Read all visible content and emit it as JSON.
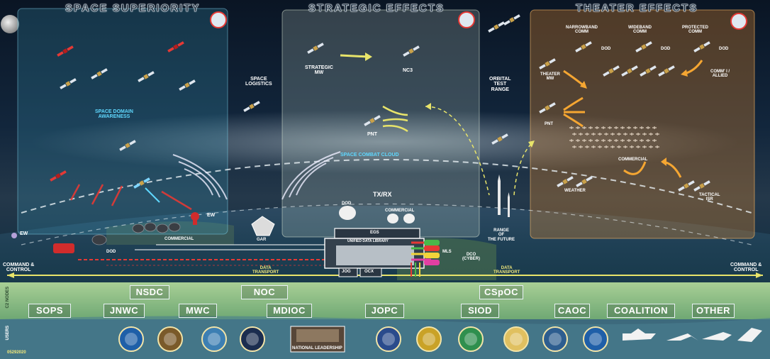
{
  "panels": {
    "space_superiority": "SPACE SUPERIORITY",
    "strategic_effects": "STRATEGIC EFFECTS",
    "theater_effects": "THEATER EFFECTS"
  },
  "labels": {
    "space_domain_awareness_1": "SPACE DOMAIN",
    "space_domain_awareness_2": "AWARENESS",
    "space_logistics_1": "SPACE",
    "space_logistics_2": "LOGISTICS",
    "strategic_mw_1": "STRATEGIC",
    "strategic_mw_2": "MW",
    "nc3": "NC3",
    "pnt_strategic": "PNT",
    "space_combat_cloud": "SPACE COMBAT CLOUD",
    "orbital_test_range_1": "ORBITAL",
    "orbital_test_range_2": "TEST",
    "orbital_test_range_3": "RANGE",
    "narrowband_comm_1": "NARROWBAND",
    "narrowband_comm_2": "COMM",
    "wideband_comm_1": "WIDEBAND",
    "wideband_comm_2": "COMM",
    "protected_comm_1": "PROTECTED",
    "protected_comm_2": "COMM",
    "dod_1": "DOD",
    "dod_2": "DOD",
    "dod_3": "DOD",
    "theater_mw_1": "THEATER",
    "theater_mw_2": "MW",
    "comm_allied_1": "COMM' I /",
    "comm_allied_2": "ALLIED",
    "pnt_theater": "PNT",
    "commercial_theater": "COMMERCIAL",
    "weather": "WEATHER",
    "tactical_isr_1": "TACTICAL",
    "tactical_isr_2": "ISR",
    "ew_left": "EW",
    "ew_right": "EW",
    "dod_ground": "DOD",
    "commercial_ground": "COMMERCIAL",
    "gar": "GAR",
    "txrx": "TX/RX",
    "dod_dish": "DOD",
    "commercial_dish": "COMMERCIAL",
    "egs": "EGS",
    "unified_data_library": "UNIFIED DATA LIBRARY",
    "mls": "MLS",
    "jog": "JOG",
    "ocx": "OCX",
    "dco_cyber_1": "DCO",
    "dco_cyber_2": "(CYBER)",
    "range_future_1": "RANGE",
    "range_future_2": "OF",
    "range_future_3": "THE FUTURE",
    "command_control_left_1": "COMMAND &",
    "command_control_left_2": "CONTROL",
    "command_control_right_1": "COMMAND &",
    "command_control_right_2": "CONTROL",
    "data_transport_left_1": "DATA",
    "data_transport_left_2": "TRANSPORT",
    "data_transport_right_1": "DATA",
    "data_transport_right_2": "TRANSPORT",
    "c2_nodes": "C2 NODES",
    "users": "USERS",
    "national_leadership": "NATIONAL LEADERSHIP",
    "date_code": "05292020"
  },
  "c2_nodes": [
    "NSDC",
    "NOC",
    "CSpOC",
    "SOPS",
    "JNWC",
    "MWC",
    "MDIOC",
    "JOPC",
    "SIOD",
    "CAOC",
    "COALITION",
    "OTHER"
  ],
  "colors": {
    "panel_blue": "#3fa9c9",
    "panel_orange": "#e48a2a",
    "arrow_yellow": "#e8e46a",
    "arrow_orange": "#f5a632",
    "red_sat": "#e53935",
    "green_band": "#8fc08a"
  },
  "icons": [
    "satellite-icon",
    "red-satellite-icon",
    "ground-station-icon",
    "dish-icon",
    "seal-icon",
    "rocket-icon",
    "ship-icon",
    "aircraft-icon",
    "tank-icon",
    "moon-icon",
    "globe-emblem-icon"
  ]
}
